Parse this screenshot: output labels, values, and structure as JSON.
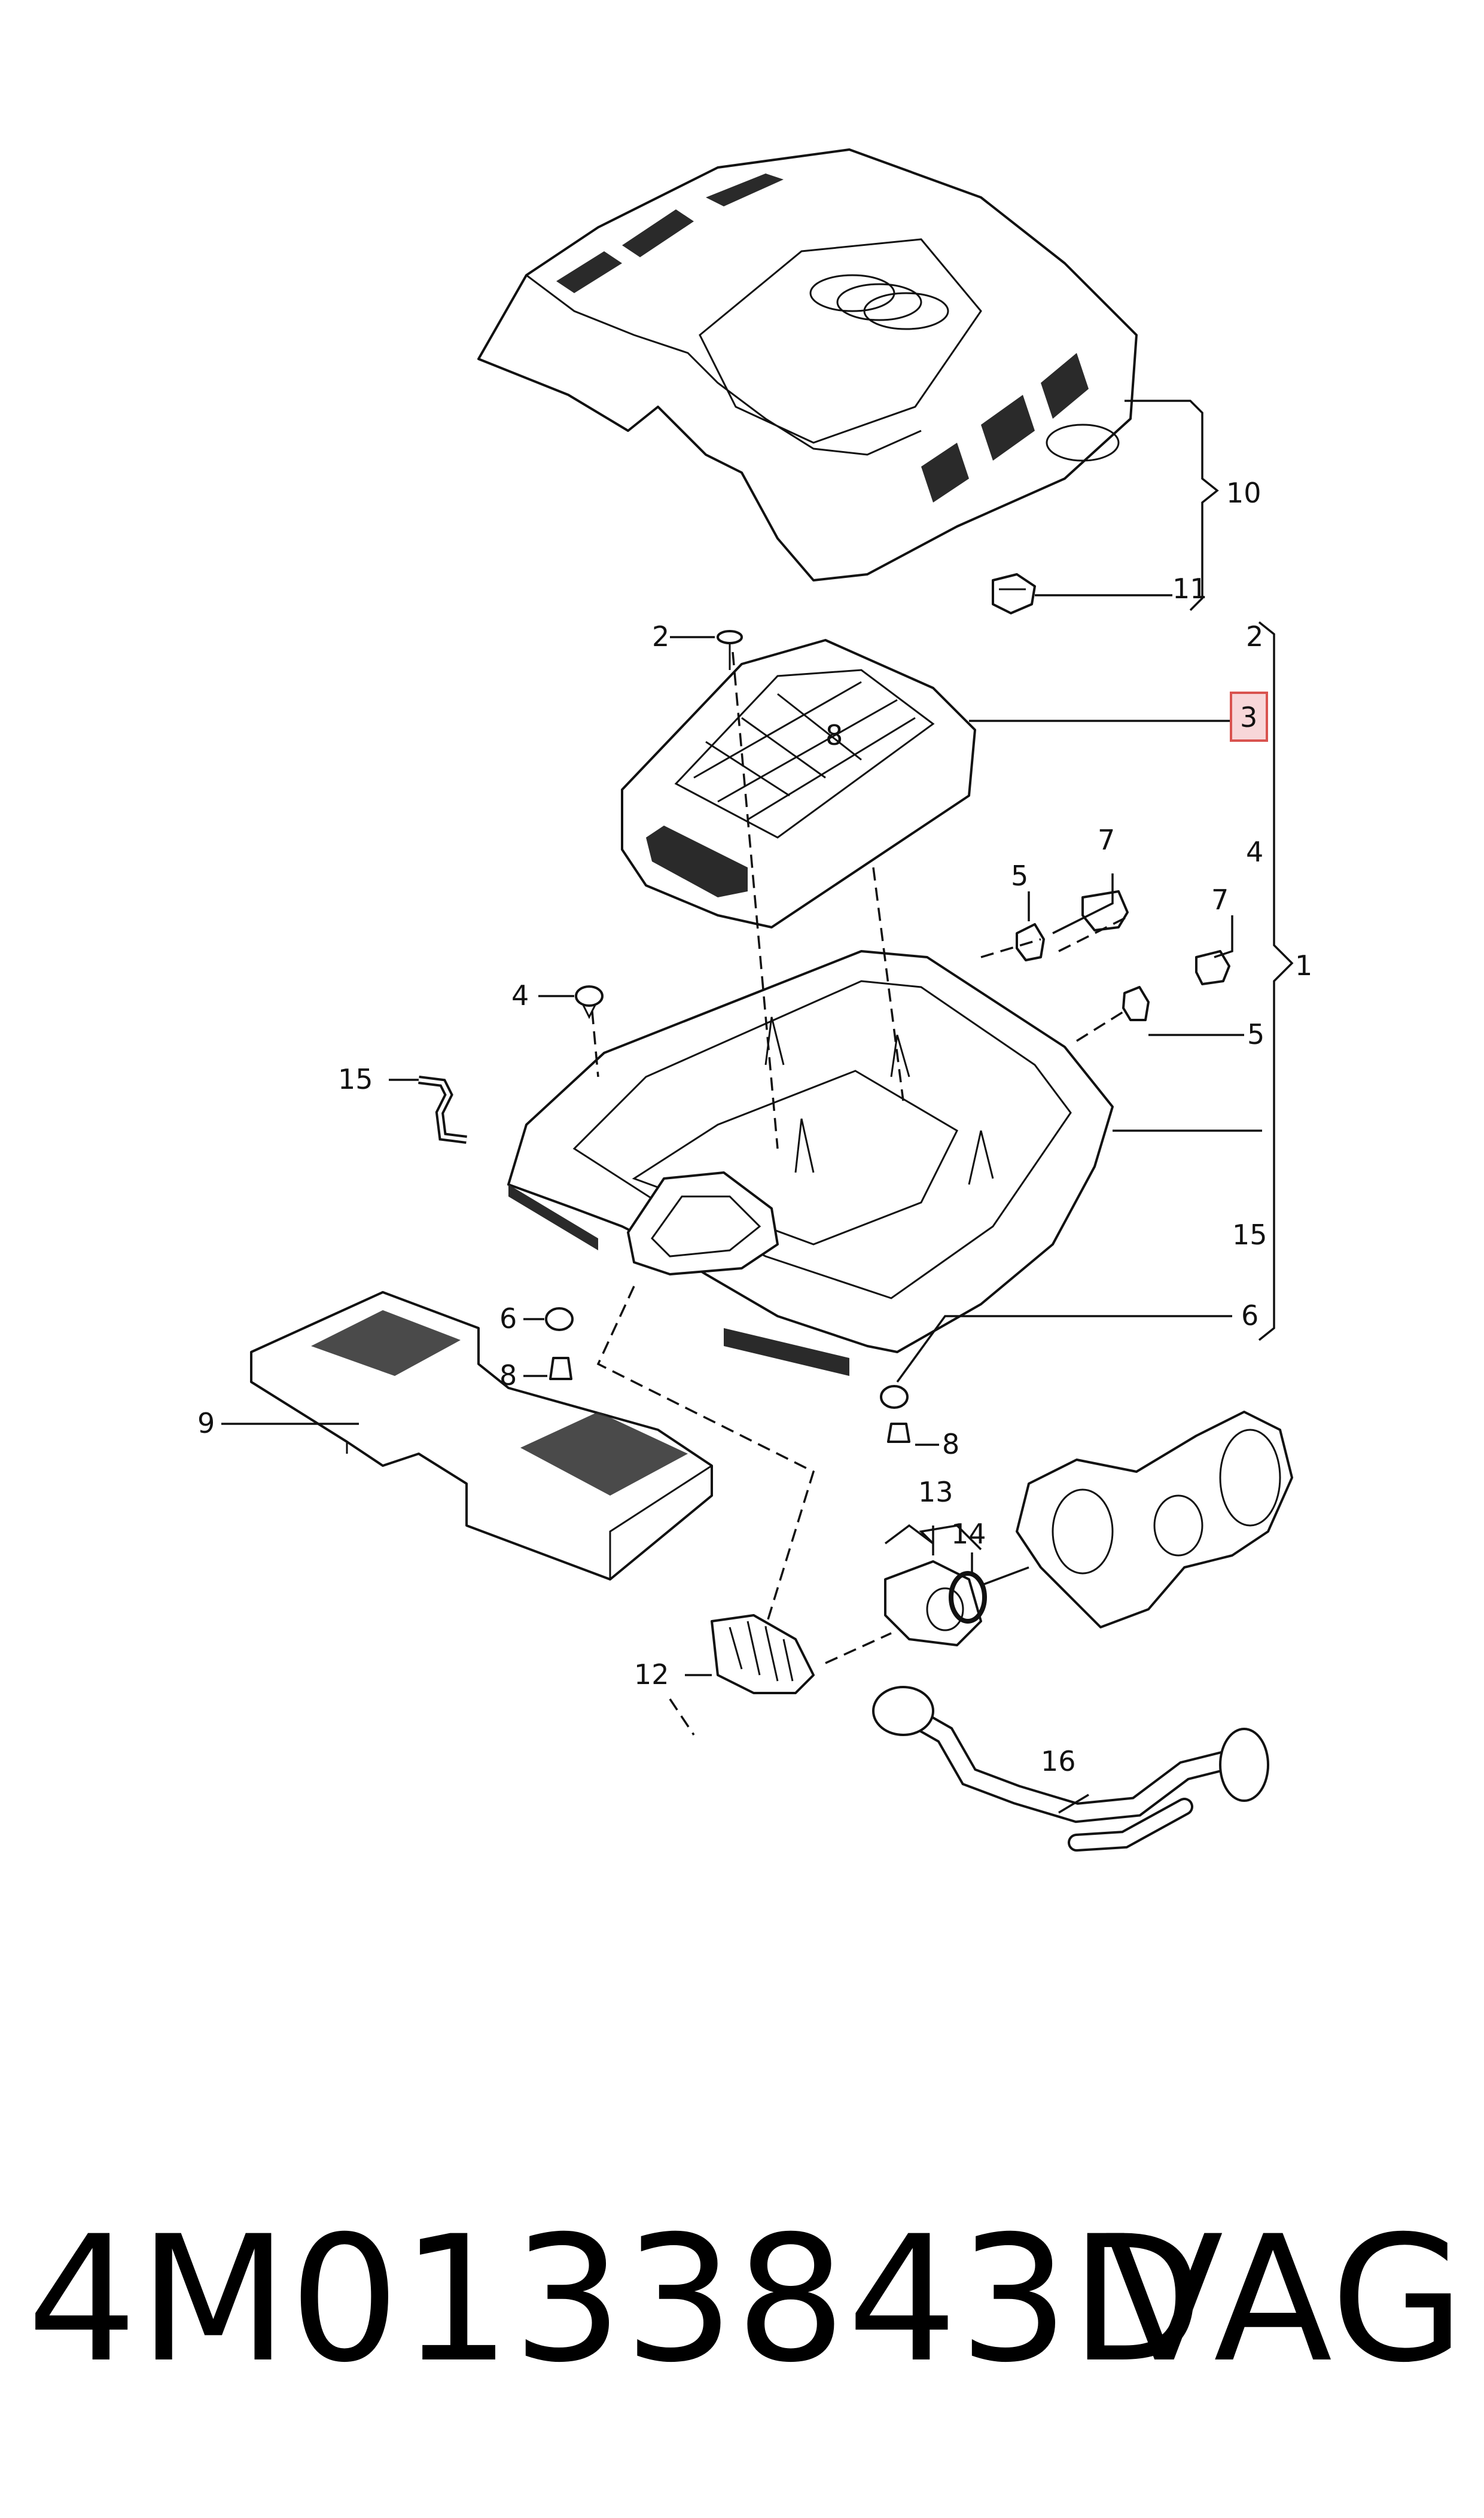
{
  "diagram": {
    "callouts": {
      "c1": "1",
      "c2a": "2",
      "c2b": "2",
      "c3": "3",
      "c4a": "4",
      "c4b": "4",
      "c5a": "5",
      "c5b": "5",
      "c6a": "6",
      "c6b": "6",
      "c7a": "7",
      "c7b": "7",
      "c8a": "8",
      "c8b": "8",
      "c8c": "8",
      "c9": "9",
      "c10": "10",
      "c11": "11",
      "c12": "12",
      "c13": "13",
      "c14": "14",
      "c15a": "15",
      "c15b": "15",
      "c16": "16"
    },
    "highlighted_callout": "3",
    "colors": {
      "line": "#111111",
      "highlight_fill": "#f8d7d9",
      "highlight_border": "#d9534f"
    }
  },
  "footer": {
    "part_number": "4M0133843D",
    "brand": "VAG"
  }
}
